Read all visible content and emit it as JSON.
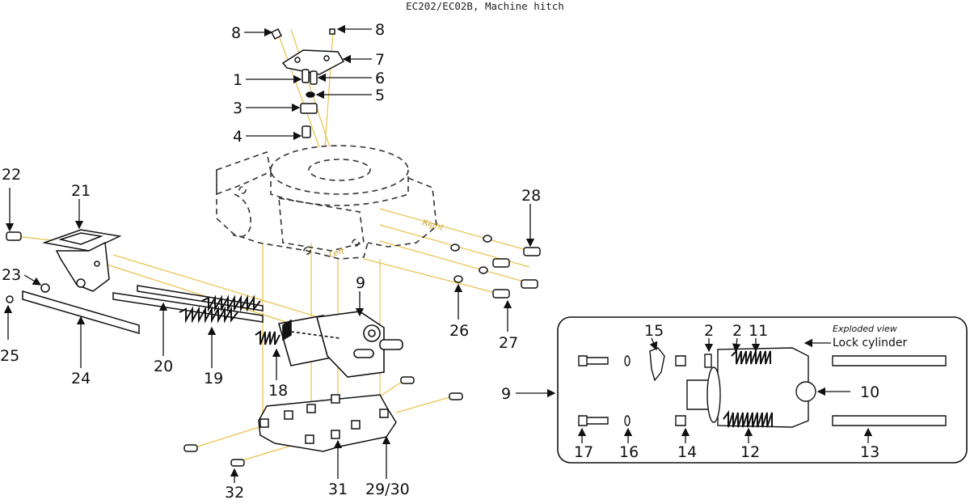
{
  "title": "EC202/EC02B, Machine hitch",
  "labels": {
    "p1": "1",
    "p2a": "2",
    "p2b": "2",
    "p3": "3",
    "p4": "4",
    "p5": "5",
    "p6": "6",
    "p7": "7",
    "p8a": "8",
    "p8b": "8",
    "p9": "9",
    "p9b": "9",
    "p10": "10",
    "p11": "11",
    "p12": "12",
    "p13": "13",
    "p14": "14",
    "p15": "15",
    "p16": "16",
    "p17": "17",
    "p18": "18",
    "p19": "19",
    "p20": "20",
    "p21": "21",
    "p22": "22",
    "p23": "23",
    "p24": "24",
    "p25": "25",
    "p26": "26",
    "p27": "27",
    "p28": "28",
    "p29_30": "29/30",
    "p31": "31",
    "p32": "32"
  },
  "inset": {
    "header": "Exploded view",
    "lock": "Lock cylinder"
  },
  "side_marks": {
    "right": "Right",
    "left": "Left"
  },
  "colors": {
    "line": "#111111",
    "hidden": "#333333",
    "guide": "#e8c24a"
  }
}
